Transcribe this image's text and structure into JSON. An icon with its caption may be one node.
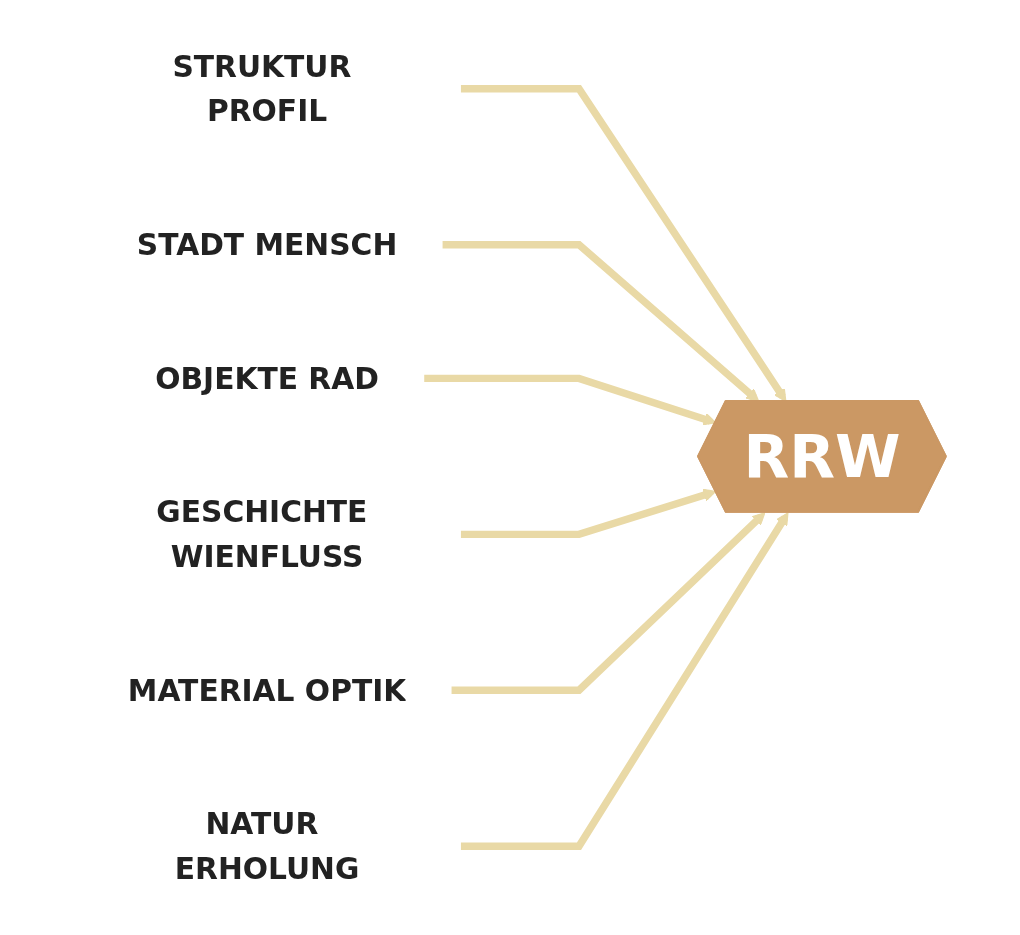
{
  "diagram": {
    "nodes": [
      {
        "text": [
          "STRUKTUR PROFIL"
        ]
      },
      {
        "text": [
          "STADT MENSCH"
        ]
      },
      {
        "text": [
          "RRW"
        ]
      },
      {
        "text": [
          "OBJEKTE RAD"
        ]
      },
      {
        "text": [
          "GESCHICHTE WIENFLUSS"
        ]
      },
      {
        "text": [
          "MATERIAL OPTIK"
        ]
      },
      {
        "text": [
          "NATUR ERHOLUNG"
        ]
      }
    ],
    "edges": [
      {
        "from": 0,
        "to": 2,
        "arrow": "to"
      },
      {
        "from": 1,
        "to": 2,
        "arrow": "to"
      },
      {
        "from": 3,
        "to": 2,
        "arrow": "to"
      },
      {
        "from": 4,
        "to": 2,
        "arrow": "to"
      },
      {
        "from": 5,
        "to": 2,
        "arrow": "to"
      },
      {
        "from": 6,
        "to": 2,
        "arrow": "to"
      }
    ]
  }
}
